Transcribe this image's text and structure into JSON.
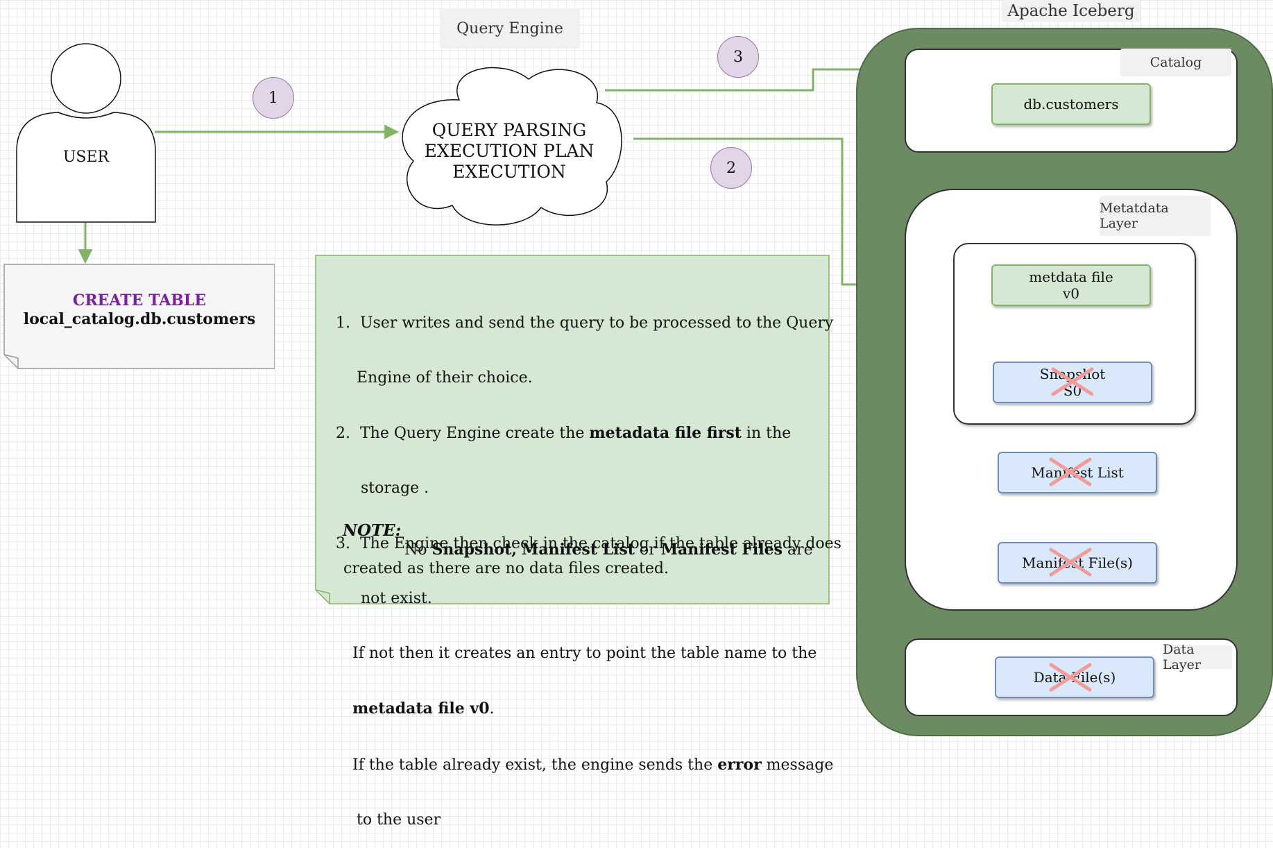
{
  "user": {
    "label": "USER"
  },
  "query_engine": {
    "title": "Query Engine",
    "cloud_lines": [
      "QUERY PARSING",
      "EXECUTION PLAN",
      "EXECUTION"
    ]
  },
  "sql_note": {
    "keyword": "CREATE TABLE",
    "table_name": "local_catalog.db.customers"
  },
  "steps": {
    "step1": "1",
    "step2": "2",
    "step3a": "3",
    "step3b": "3"
  },
  "iceberg": {
    "title": "Apache Iceberg",
    "catalog": {
      "label": "Catalog",
      "entry": "db.customers"
    },
    "metadata_layer": {
      "label": "Metatdata Layer",
      "metadata_file": [
        "metdata file",
        "v0"
      ],
      "snapshot": [
        "Snapshot",
        "S0"
      ],
      "manifest_list": "Manifest List",
      "manifest_files": "Manifest File(s)"
    },
    "data_layer": {
      "label": "Data Layer",
      "data_files": "Data File(s)"
    }
  },
  "explanation": {
    "l1": "1.  User writes and send the query to be processed to the Query",
    "l1b": "Engine of their choice.",
    "l2a": "2.  The Query Engine create the ",
    "l2b": "metadata file first",
    "l2c": " in the",
    "l2d": "storage .",
    "l3": "3.  The Engine then check in the catalog if the table already does",
    "l3b": "not exist.",
    "l3c": "If not then it creates an entry to point the table name to the",
    "l3d": "metadata file v0",
    "l3e": ".",
    "l3f": "If the table already exist, the engine sends the ",
    "l3g": "error",
    "l3h": " message",
    "l3i": "to the user",
    "note_title": "NOTE:",
    "note_a": "No ",
    "note_b": "Snapshot,",
    "note_c": " ",
    "note_d": "Manifest List",
    "note_e": " or ",
    "note_f": "Manifest Files",
    "note_g": " are",
    "note_h": "created as there are no data files created."
  },
  "colors": {
    "connector": "#82b366",
    "iceberg_bg": "#6d8b63",
    "badge": "#e1d5e7",
    "sql_keyword": "#7b1fa2",
    "cross": "#f19c99"
  }
}
